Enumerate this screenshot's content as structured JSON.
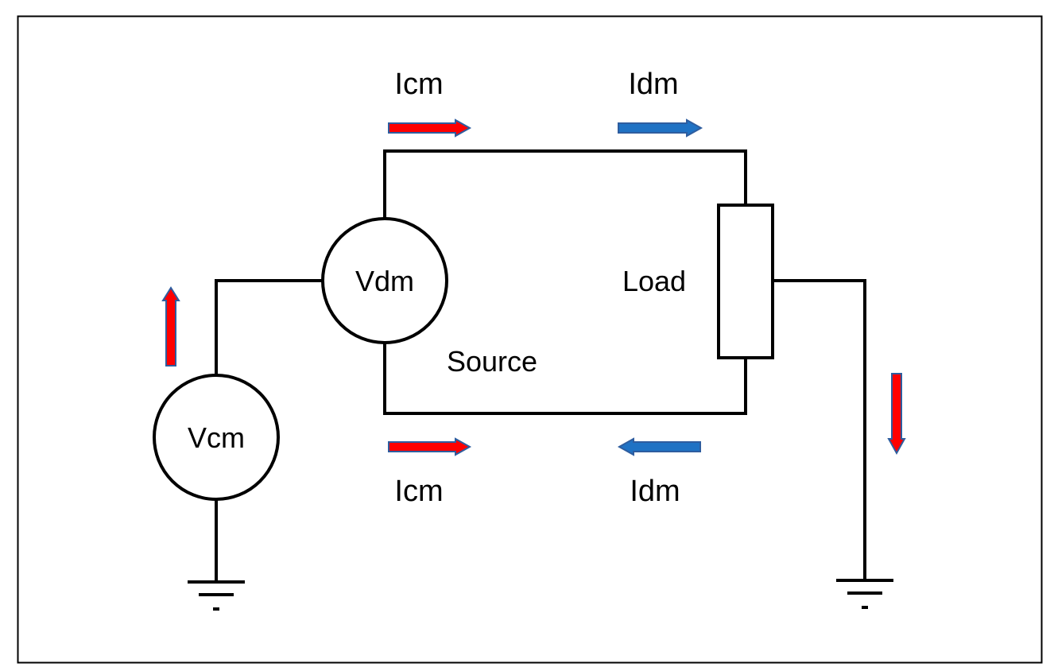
{
  "labels": {
    "vcm": "Vcm",
    "vdm": "Vdm",
    "source": "Source",
    "load": "Load",
    "icm_top": "Icm",
    "idm_top": "Idm",
    "icm_bottom": "Icm",
    "idm_bottom": "Idm"
  },
  "colors": {
    "common_mode_current": "#ff0000",
    "differential_mode_current": "#1f72c4",
    "arrow_outline": "#2e5d9f",
    "wire": "#000000",
    "frame": "#000000"
  },
  "arrows": {
    "icm_top": "right",
    "idm_top": "right",
    "icm_bottom": "right",
    "idm_bottom": "left",
    "vcm_current": "up",
    "ground_current": "down"
  }
}
